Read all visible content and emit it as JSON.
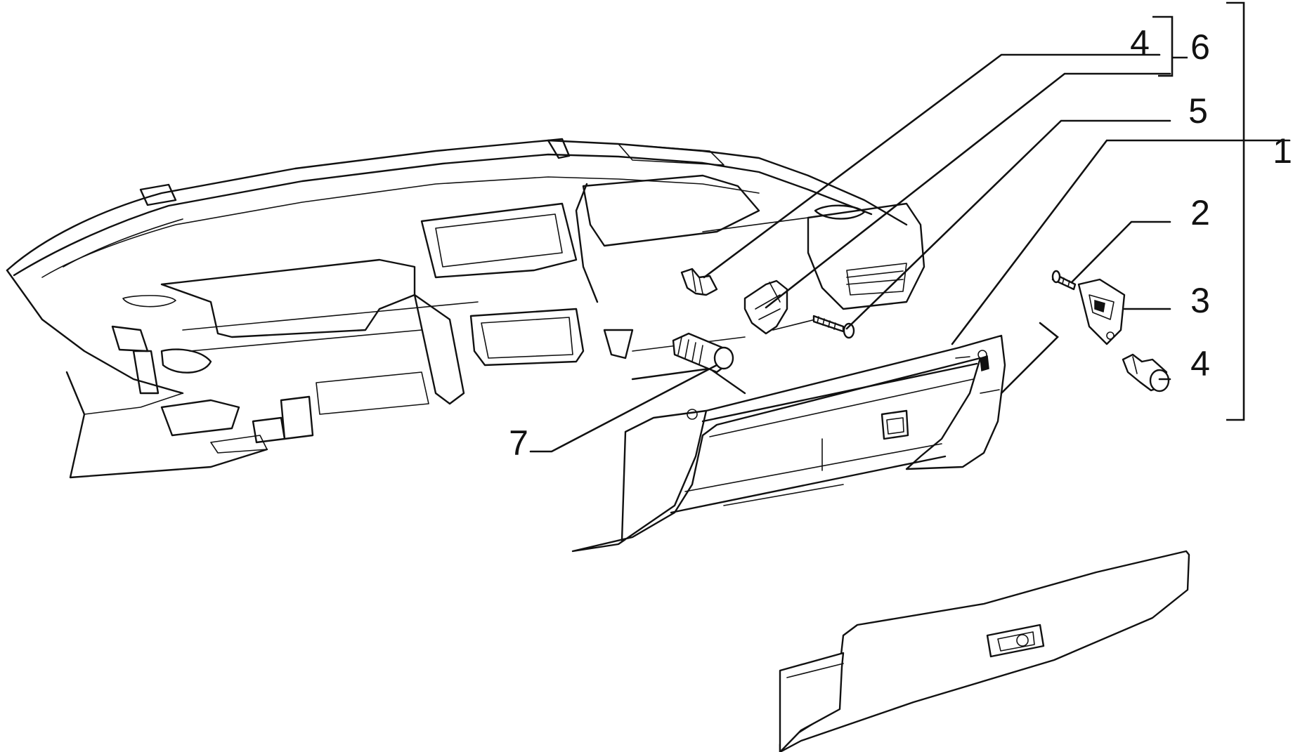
{
  "callouts": [
    {
      "id": "c4a",
      "label": "4"
    },
    {
      "id": "c6",
      "label": "6"
    },
    {
      "id": "c5",
      "label": "5"
    },
    {
      "id": "c1",
      "label": "1"
    },
    {
      "id": "c2",
      "label": "2"
    },
    {
      "id": "c3",
      "label": "3"
    },
    {
      "id": "c4b",
      "label": "4"
    },
    {
      "id": "c7",
      "label": "7"
    }
  ],
  "colors": {
    "line": "#111111",
    "background": "#ffffff"
  }
}
